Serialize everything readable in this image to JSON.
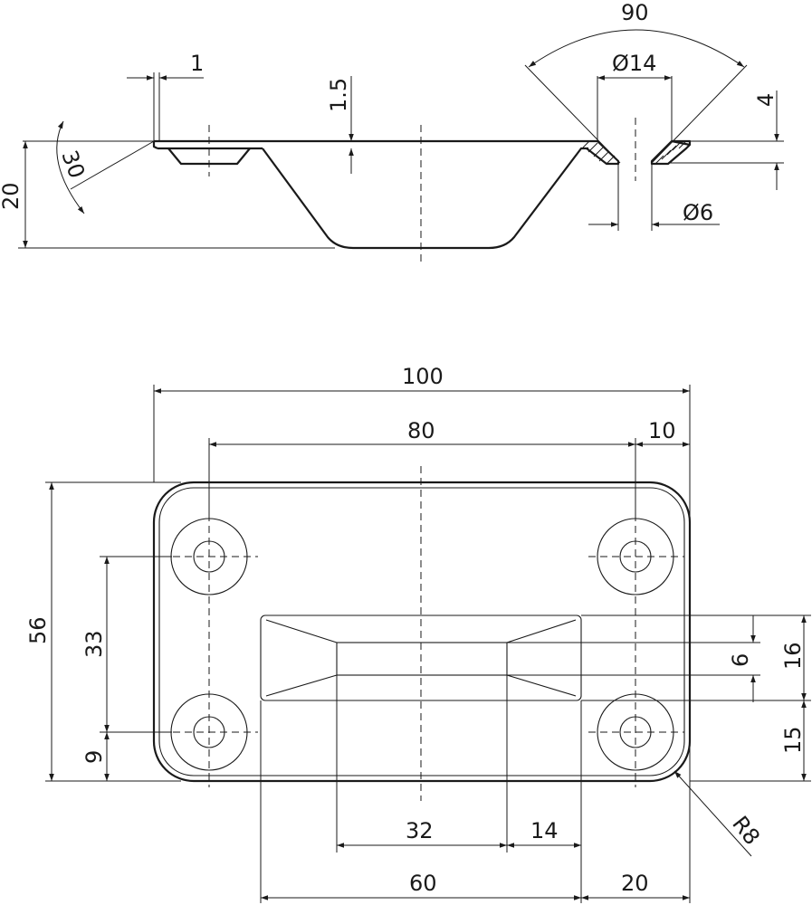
{
  "side_view": {
    "dims": {
      "d1": "1",
      "d1_5": "1.5",
      "d30": "30",
      "d20": "20",
      "d90": "90",
      "d_o14": "Ø14",
      "d4": "4",
      "d_o6": "Ø6"
    }
  },
  "top_view": {
    "dims": {
      "d100": "100",
      "d80": "80",
      "d10": "10",
      "d56": "56",
      "d33": "33",
      "d9": "9",
      "d6": "6",
      "d16": "16",
      "d15": "15",
      "d32": "32",
      "d14": "14",
      "d60": "60",
      "d20": "20",
      "r8": "R8"
    }
  }
}
